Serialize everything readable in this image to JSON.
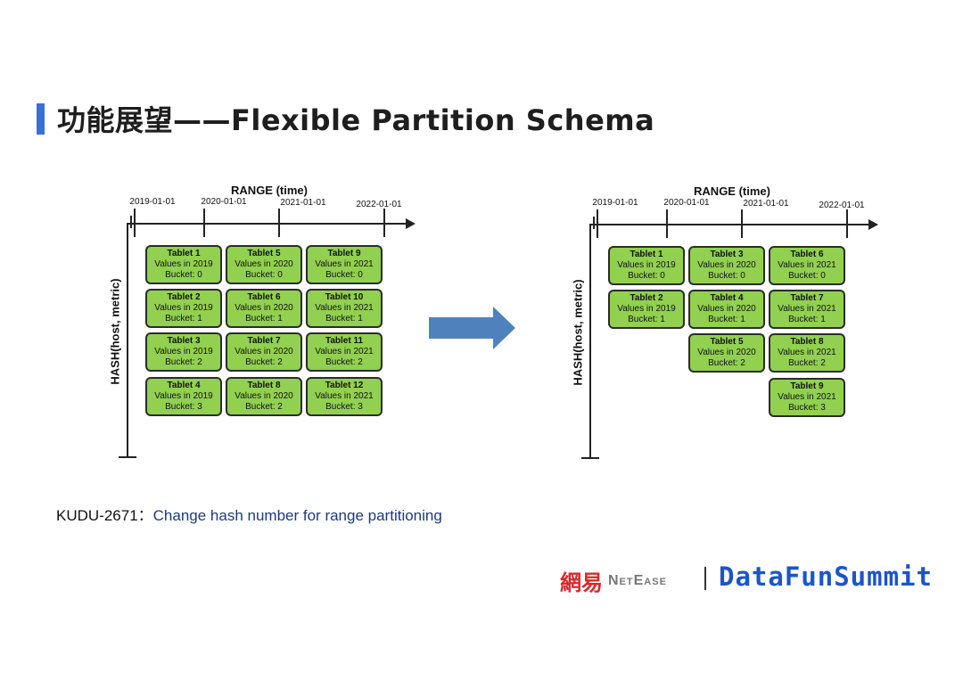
{
  "title": "功能展望——Flexible Partition Schema",
  "colors": {
    "accent": "#3a6fd8",
    "tablet_fill": "#92d050",
    "arrow": "#4f81bd",
    "logo_red": "#d7292c",
    "logo_blue": "#1a56c9"
  },
  "range_axis_label": "RANGE (time)",
  "hash_axis_label": "HASH(host, metric)",
  "dates": [
    "2019-01-01",
    "2020-01-01",
    "2021-01-01",
    "2022-01-01"
  ],
  "left_diagram": {
    "tablets": [
      {
        "name": "Tablet 1",
        "values": "Values in 2019",
        "bucket": "Bucket: 0",
        "col": 0,
        "row": 0
      },
      {
        "name": "Tablet 2",
        "values": "Values in 2019",
        "bucket": "Bucket: 1",
        "col": 0,
        "row": 1
      },
      {
        "name": "Tablet 3",
        "values": "Values in 2019",
        "bucket": "Bucket: 2",
        "col": 0,
        "row": 2
      },
      {
        "name": "Tablet 4",
        "values": "Values in 2019",
        "bucket": "Bucket: 3",
        "col": 0,
        "row": 3
      },
      {
        "name": "Tablet 5",
        "values": "Values in 2020",
        "bucket": "Bucket: 0",
        "col": 1,
        "row": 0
      },
      {
        "name": "Tablet 6",
        "values": "Values in 2020",
        "bucket": "Bucket: 1",
        "col": 1,
        "row": 1
      },
      {
        "name": "Tablet 7",
        "values": "Values in 2020",
        "bucket": "Bucket: 2",
        "col": 1,
        "row": 2
      },
      {
        "name": "Tablet 8",
        "values": "Values in 2020",
        "bucket": "Bucket: 2",
        "col": 1,
        "row": 3
      },
      {
        "name": "Tablet 9",
        "values": "Values in 2021",
        "bucket": "Bucket: 0",
        "col": 2,
        "row": 0
      },
      {
        "name": "Tablet 10",
        "values": "Values in 2021",
        "bucket": "Bucket: 1",
        "col": 2,
        "row": 1
      },
      {
        "name": "Tablet 11",
        "values": "Values in 2021",
        "bucket": "Bucket: 2",
        "col": 2,
        "row": 2
      },
      {
        "name": "Tablet 12",
        "values": "Values in 2021",
        "bucket": "Bucket: 3",
        "col": 2,
        "row": 3
      }
    ]
  },
  "right_diagram": {
    "tablets": [
      {
        "name": "Tablet 1",
        "values": "Values in 2019",
        "bucket": "Bucket: 0",
        "col": 0,
        "row": 0
      },
      {
        "name": "Tablet 2",
        "values": "Values in 2019",
        "bucket": "Bucket: 1",
        "col": 0,
        "row": 1
      },
      {
        "name": "Tablet 3",
        "values": "Values in 2020",
        "bucket": "Bucket: 0",
        "col": 1,
        "row": 0
      },
      {
        "name": "Tablet 4",
        "values": "Values in 2020",
        "bucket": "Bucket: 1",
        "col": 1,
        "row": 1
      },
      {
        "name": "Tablet 5",
        "values": "Values in 2020",
        "bucket": "Bucket: 2",
        "col": 1,
        "row": 2
      },
      {
        "name": "Tablet 6",
        "values": "Values in 2021",
        "bucket": "Bucket: 0",
        "col": 2,
        "row": 0
      },
      {
        "name": "Tablet 7",
        "values": "Values in 2021",
        "bucket": "Bucket: 1",
        "col": 2,
        "row": 1
      },
      {
        "name": "Tablet 8",
        "values": "Values in 2021",
        "bucket": "Bucket: 2",
        "col": 2,
        "row": 2
      },
      {
        "name": "Tablet 9",
        "values": "Values in 2021",
        "bucket": "Bucket: 3",
        "col": 2,
        "row": 3
      }
    ]
  },
  "footnote": {
    "key": "KUDU-2671：",
    "description": "Change hash number for range partitioning"
  },
  "logos": {
    "netease_cn": "網易",
    "netease_en": "NetEase",
    "datafun": "DataFunSummit"
  }
}
